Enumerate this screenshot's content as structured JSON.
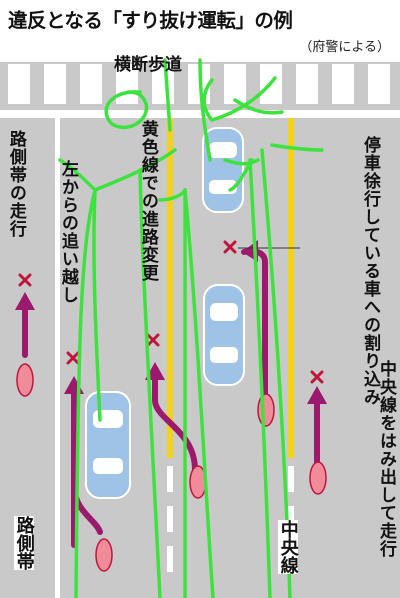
{
  "title": "違反となる「すり抜け運転」の例",
  "source": "（府警による）",
  "crosswalk_label": "横断歩道",
  "labels": {
    "shoulder_run": "路側帯の走行",
    "left_pass": "左からの追い越し",
    "yellow_line": "黄色線での進路変更",
    "cut_in": "停車徐行している車への割り込み",
    "center_overrun": "中央線をはみ出して走行"
  },
  "road_tags": {
    "shoulder": "路側帯",
    "center": "中央線"
  },
  "colors": {
    "road": "#c9c9c9",
    "yellow_line": "#f2d21b",
    "arrow": "#9b1a6e",
    "car": "#9fc3e6",
    "green_scribble": "#3ee23e",
    "cross_mark": "#c0143c"
  }
}
